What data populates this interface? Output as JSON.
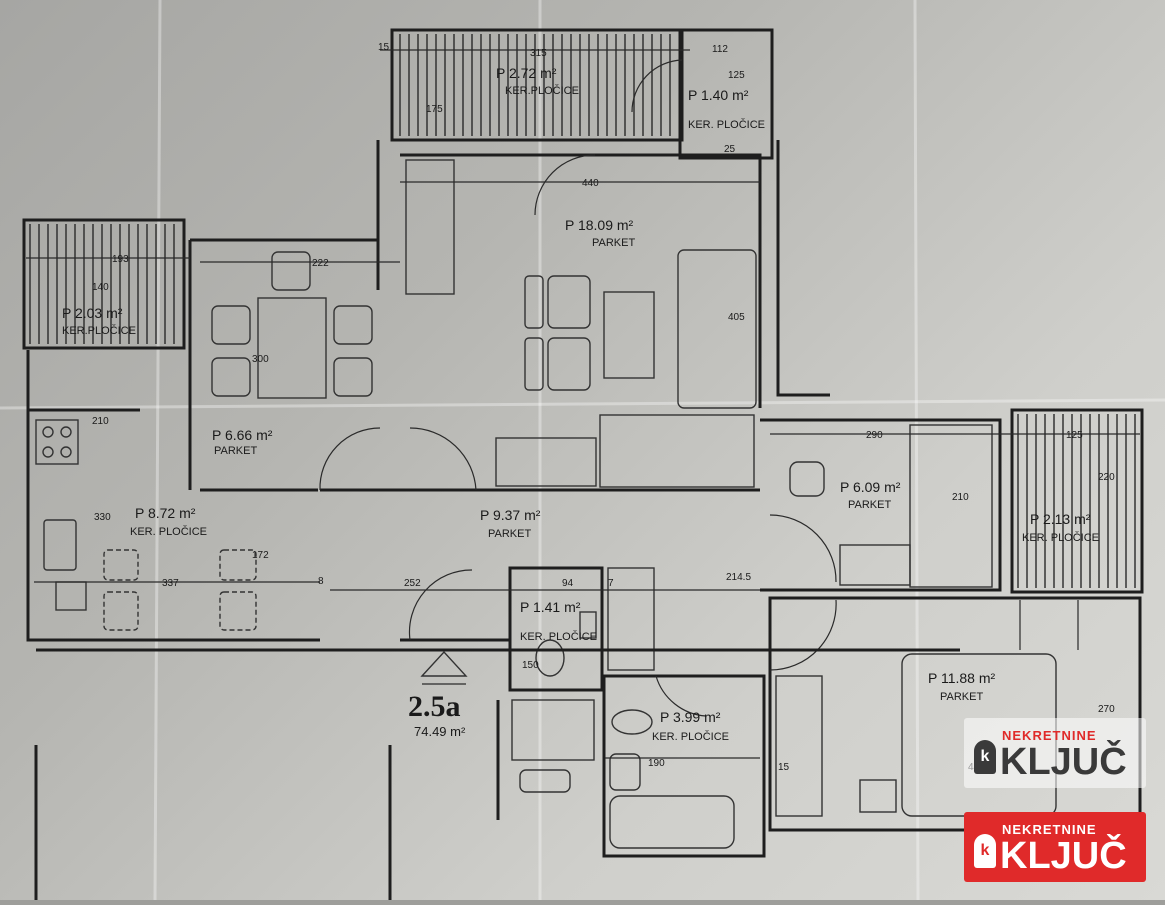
{
  "rooms": [
    {
      "id": "balcony-top",
      "area": "P 2.72 m²",
      "floor": "KER.PLOČICE"
    },
    {
      "id": "bath-top",
      "area": "P 1.40 m²",
      "floor": "KER. PLOČICE"
    },
    {
      "id": "living",
      "area": "P 18.09 m²",
      "floor": "PARKET"
    },
    {
      "id": "balcony-left",
      "area": "P 2.03 m²",
      "floor": "KER.PLOČICE"
    },
    {
      "id": "dining",
      "area": "P 6.66 m²",
      "floor": "PARKET"
    },
    {
      "id": "kitchen",
      "area": "P 8.72 m²",
      "floor": "KER. PLOČICE"
    },
    {
      "id": "hall",
      "area": "P 9.37 m²",
      "floor": "PARKET"
    },
    {
      "id": "study",
      "area": "P 6.09 m²",
      "floor": "PARKET"
    },
    {
      "id": "balcony-right",
      "area": "P 2.13 m²",
      "floor": "KER. PLOČICE"
    },
    {
      "id": "wc",
      "area": "P 1.41 m²",
      "floor": "KER. PLOČICE"
    },
    {
      "id": "bathroom",
      "area": "P 3.99 m²",
      "floor": "KER. PLOČICE"
    },
    {
      "id": "bedroom",
      "area": "P 11.88 m²",
      "floor": "PARKET"
    }
  ],
  "apartment": {
    "code": "2.5a",
    "total_area": "74.49 m²"
  },
  "dimensions": [
    "15",
    "315",
    "112",
    "125",
    "175",
    "25",
    "440",
    "405",
    "193",
    "222",
    "140",
    "300",
    "210",
    "330",
    "337",
    "172",
    "8",
    "252",
    "94",
    "150",
    "7",
    "190",
    "15",
    "214.5",
    "290",
    "125",
    "220",
    "210",
    "270",
    "44"
  ],
  "watermark": {
    "small": "NEKRETNINE",
    "big": "KLJUČ",
    "icon": "k",
    "colors": {
      "red": "#e02a2a",
      "white": "#ffffff",
      "dark": "#3a3a3a"
    }
  }
}
